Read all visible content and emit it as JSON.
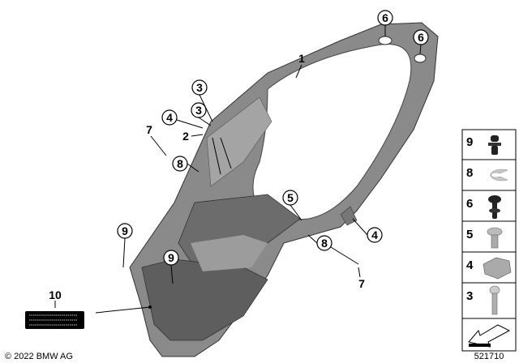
{
  "diagram": {
    "callouts": {
      "c1": "1",
      "c2": "2",
      "c3a": "3",
      "c3b": "3",
      "c4a": "4",
      "c4b": "4",
      "c5": "5",
      "c6a": "6",
      "c6b": "6",
      "c7a": "7",
      "c7b": "7",
      "c8a": "8",
      "c8b": "8",
      "c9a": "9",
      "c9b": "9",
      "c10": "10"
    },
    "legend": [
      {
        "number": "9",
        "icon": "push-rivet-icon"
      },
      {
        "number": "8",
        "icon": "washer-clip-icon"
      },
      {
        "number": "6",
        "icon": "expanding-rivet-icon"
      },
      {
        "number": "5",
        "icon": "torx-screw-icon"
      },
      {
        "number": "4",
        "icon": "clip-nut-icon"
      },
      {
        "number": "3",
        "icon": "torx-bolt-icon"
      }
    ],
    "diagram_id": "521710",
    "copyright": "© 2022 BMW AG",
    "colors": {
      "part_fill": "#8a8a8a",
      "part_dark": "#5e5e5e",
      "part_light": "#b5b5b5",
      "line": "#000000"
    }
  }
}
